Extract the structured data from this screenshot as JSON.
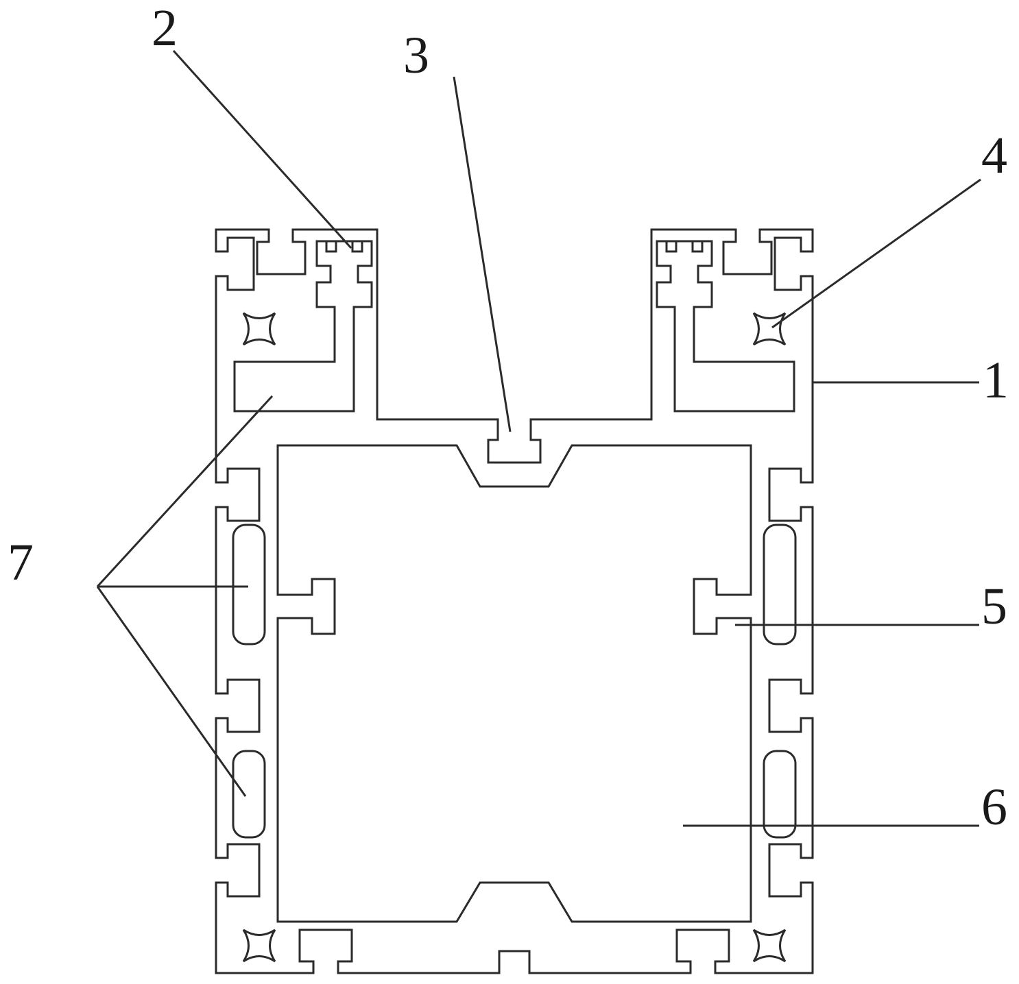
{
  "figure": {
    "background_color": "#ffffff",
    "line_color": "#2b2b2b",
    "callouts": [
      {
        "id": "callout-1",
        "label": "1"
      },
      {
        "id": "callout-2",
        "label": "2"
      },
      {
        "id": "callout-3",
        "label": "3"
      },
      {
        "id": "callout-4",
        "label": "4"
      },
      {
        "id": "callout-5",
        "label": "5"
      },
      {
        "id": "callout-6",
        "label": "6"
      },
      {
        "id": "callout-7",
        "label": "7"
      }
    ]
  }
}
